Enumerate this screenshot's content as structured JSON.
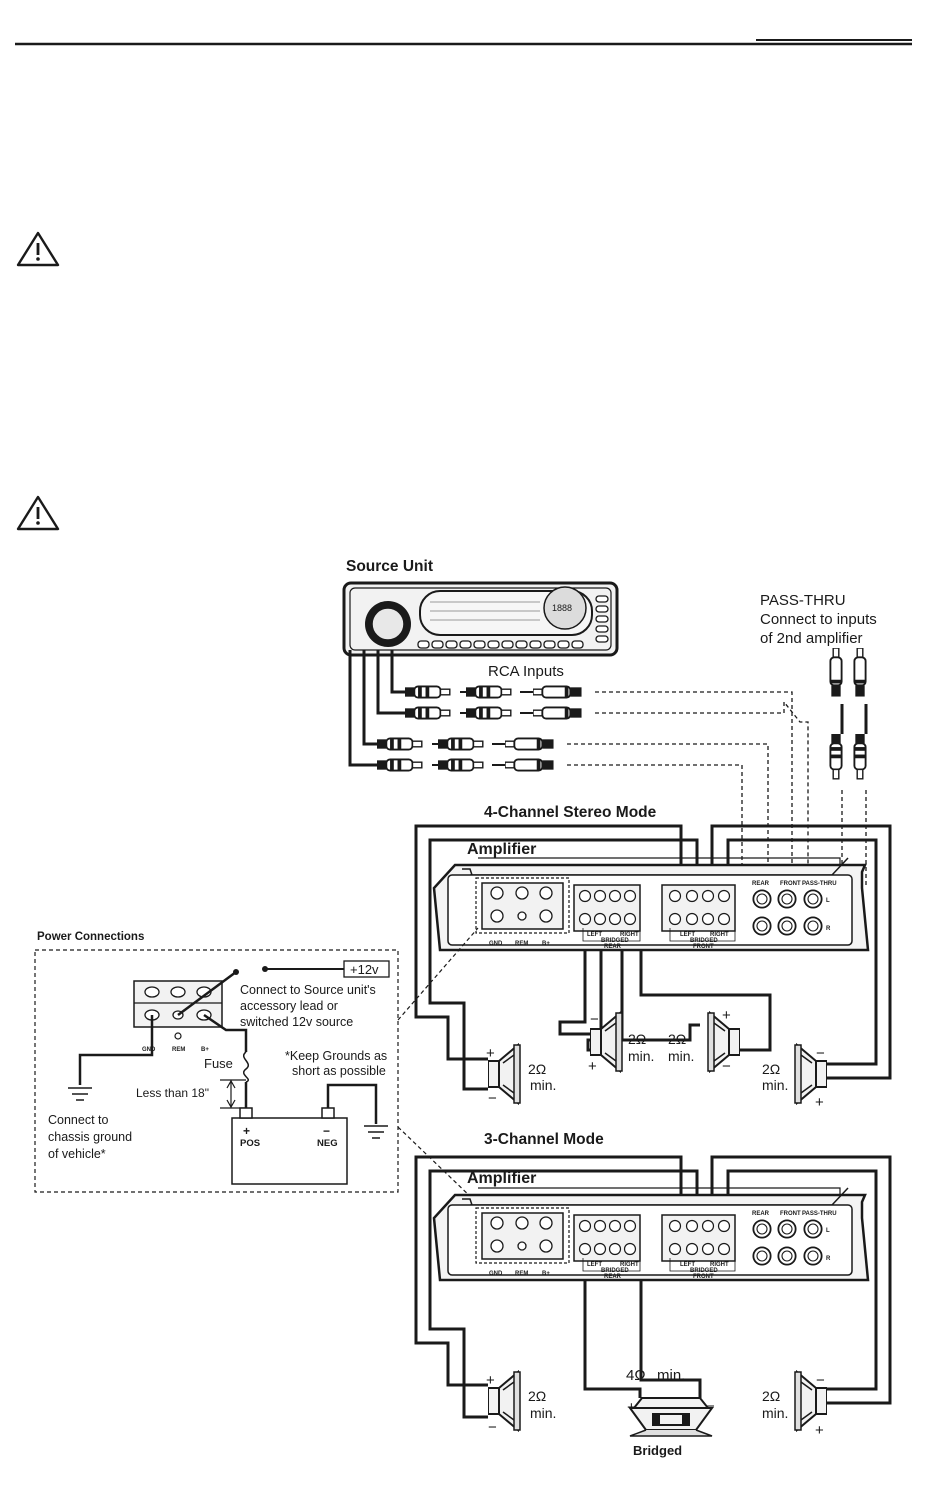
{
  "source_unit": {
    "title": "Source Unit",
    "rca_label": "RCA Inputs",
    "display_digits": "1888"
  },
  "pass_thru": {
    "line1": "PASS-THRU",
    "line2": "Connect to inputs",
    "line3": "of 2nd amplifier"
  },
  "stereo_mode": {
    "title": "4-Channel Stereo Mode",
    "amp_label": "Amplifier",
    "speakers": [
      {
        "ohms": "2Ω",
        "min": "min."
      },
      {
        "ohms": "2Ω",
        "min": "min."
      },
      {
        "ohms": "2Ω",
        "min": "min."
      },
      {
        "ohms": "2Ω",
        "min": "min."
      }
    ]
  },
  "three_channel_mode": {
    "title": "3-Channel Mode",
    "amp_label": "Amplifier",
    "left_speaker": {
      "ohms": "2Ω",
      "min": "min."
    },
    "right_speaker": {
      "ohms": "2Ω",
      "min": "min."
    },
    "sub": {
      "ohms": "4Ω",
      "min": "min.",
      "caption": "Bridged"
    }
  },
  "amp_panel": {
    "power_terminals": [
      "GND",
      "REM",
      "B+"
    ],
    "rear_labels": [
      "LEFT",
      "RIGHT"
    ],
    "rear_bridged": "BRIDGED",
    "rear_name": "REAR",
    "front_labels": [
      "LEFT",
      "RIGHT"
    ],
    "front_bridged": "BRIDGED",
    "front_name": "FRONT",
    "rca_headers": [
      "REAR",
      "FRONT",
      "PASS-THRU"
    ],
    "rca_sides": [
      "L",
      "R"
    ],
    "polarity": [
      "+",
      "−",
      "+",
      "−"
    ]
  },
  "power": {
    "title": "Power Connections",
    "voltage": "+12v",
    "source_note": [
      "Connect to Source unit's",
      "accessory lead or",
      "switched 12v source"
    ],
    "terminals": [
      "GND",
      "REM",
      "B+"
    ],
    "fuse": "Fuse",
    "grounds_note": [
      "*Keep Grounds as",
      "short as possible"
    ],
    "distance": "Less than 18\"",
    "chassis_note": [
      "Connect to",
      "chassis ground",
      "of vehicle*"
    ],
    "battery_pos_sign": "+",
    "battery_pos": "POS",
    "battery_neg_sign": "−",
    "battery_neg": "NEG"
  },
  "colors": {
    "ink": "#1a1a1a",
    "fill": "#f2f2f2",
    "mid": "#bdbdbd"
  },
  "icons": [
    "warning-triangle-icon",
    "ground-icon",
    "speaker-icon",
    "subwoofer-icon"
  ]
}
